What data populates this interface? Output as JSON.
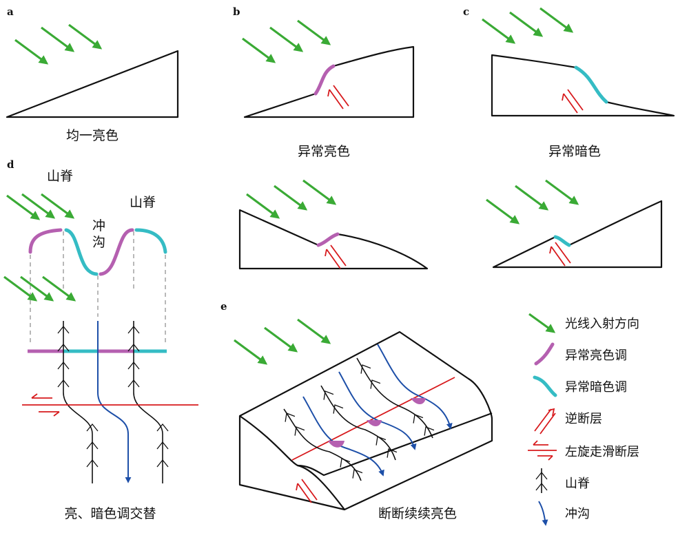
{
  "colors": {
    "light_arrow": "#3aaa35",
    "anomalous_bright": "#b560b0",
    "anomalous_dark": "#35bcc4",
    "fault": "#d7191c",
    "gully": "#1d4fa8",
    "outline": "#111111"
  },
  "panels": {
    "a": {
      "letter": "a",
      "caption": "均一亮色"
    },
    "b": {
      "letter": "b",
      "caption": "异常亮色"
    },
    "c": {
      "letter": "c",
      "caption": "异常暗色"
    },
    "d": {
      "letter": "d",
      "caption": "亮、暗色调交替",
      "ridge_left": "山脊",
      "ridge_right": "山脊",
      "gully": "冲沟"
    },
    "e": {
      "letter": "e",
      "caption": "断断续续亮色"
    }
  },
  "legend": [
    {
      "symbol": "green-arrow-icon",
      "label": "光线入射方向"
    },
    {
      "symbol": "purple-arc-icon",
      "label": "异常亮色调"
    },
    {
      "symbol": "cyan-arc-icon",
      "label": "异常暗色调"
    },
    {
      "symbol": "thrust-fault-icon",
      "label": "逆断层"
    },
    {
      "symbol": "strike-slip-fault-icon",
      "label": "左旋走滑断层"
    },
    {
      "symbol": "ridge-icon",
      "label": "山脊"
    },
    {
      "symbol": "gully-icon",
      "label": "冲沟"
    }
  ]
}
